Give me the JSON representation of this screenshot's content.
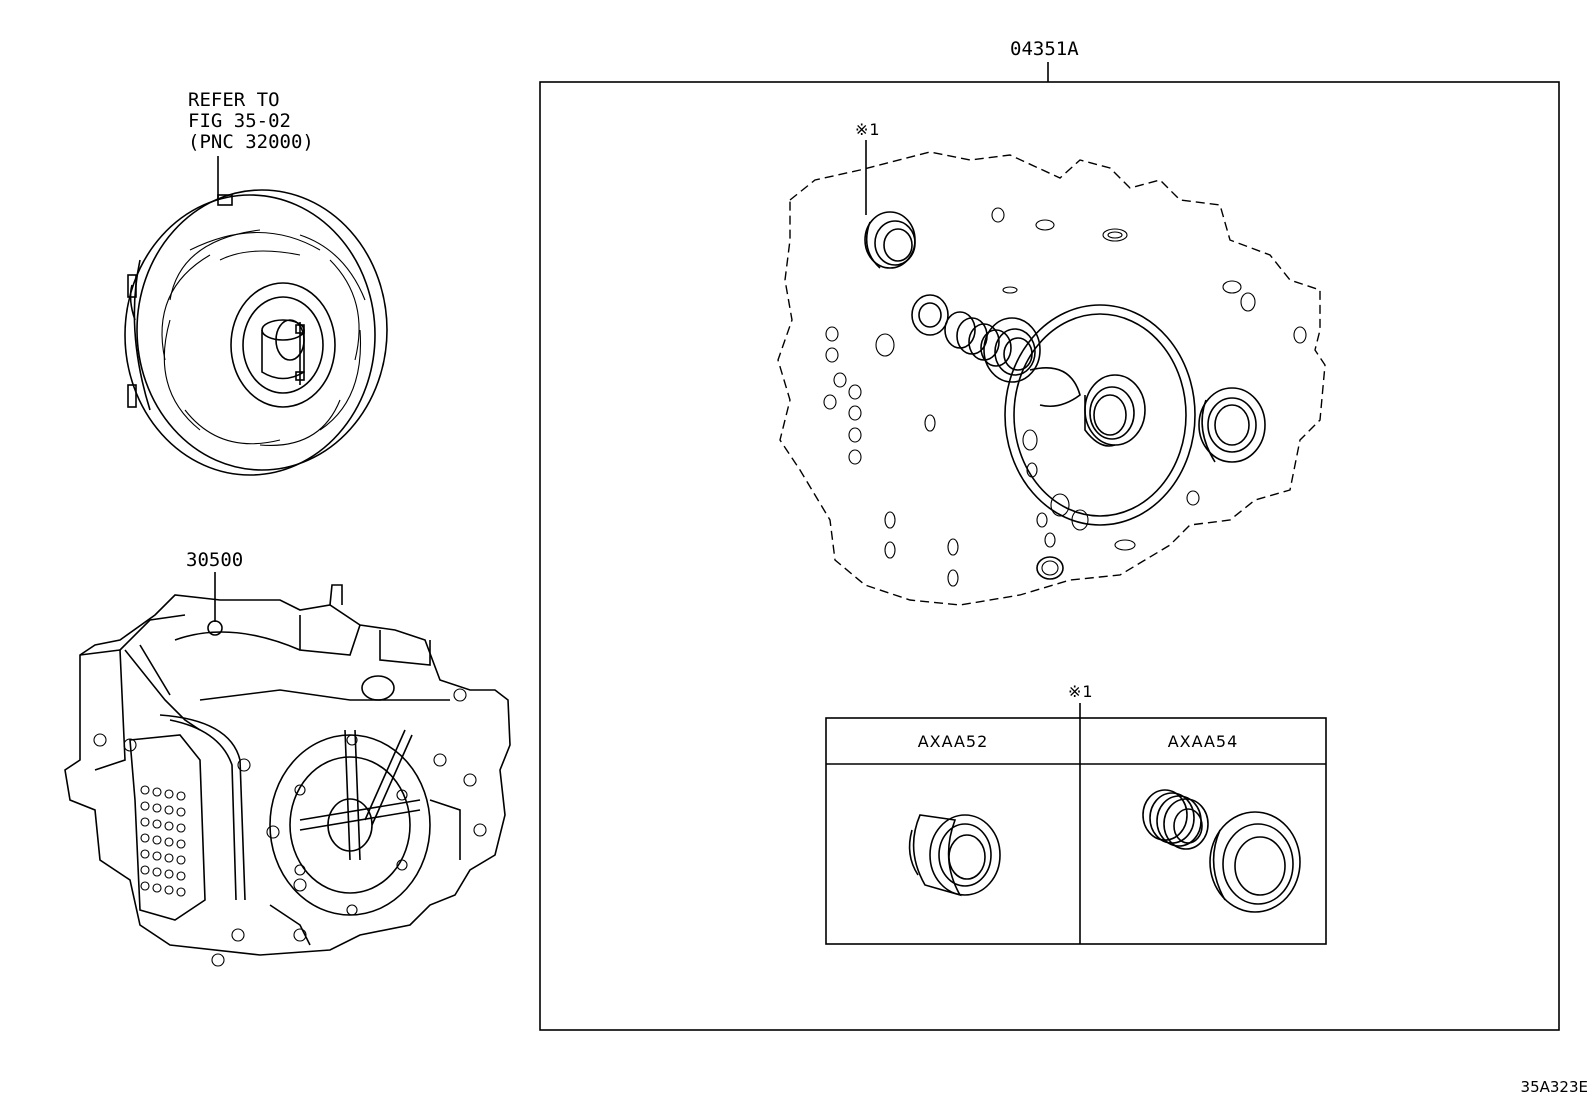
{
  "labels": {
    "refer_line1": "REFER TO",
    "refer_line2": "FIG 35-02",
    "refer_line3": "(PNC 32000)",
    "part_30500": "30500",
    "part_04351a": "04351A",
    "note_mark_top": "※1",
    "note_mark_table": "※1",
    "diagram_code": "35A323E"
  },
  "variant_table": {
    "columns": [
      "AXAA52",
      "AXAA54"
    ]
  }
}
